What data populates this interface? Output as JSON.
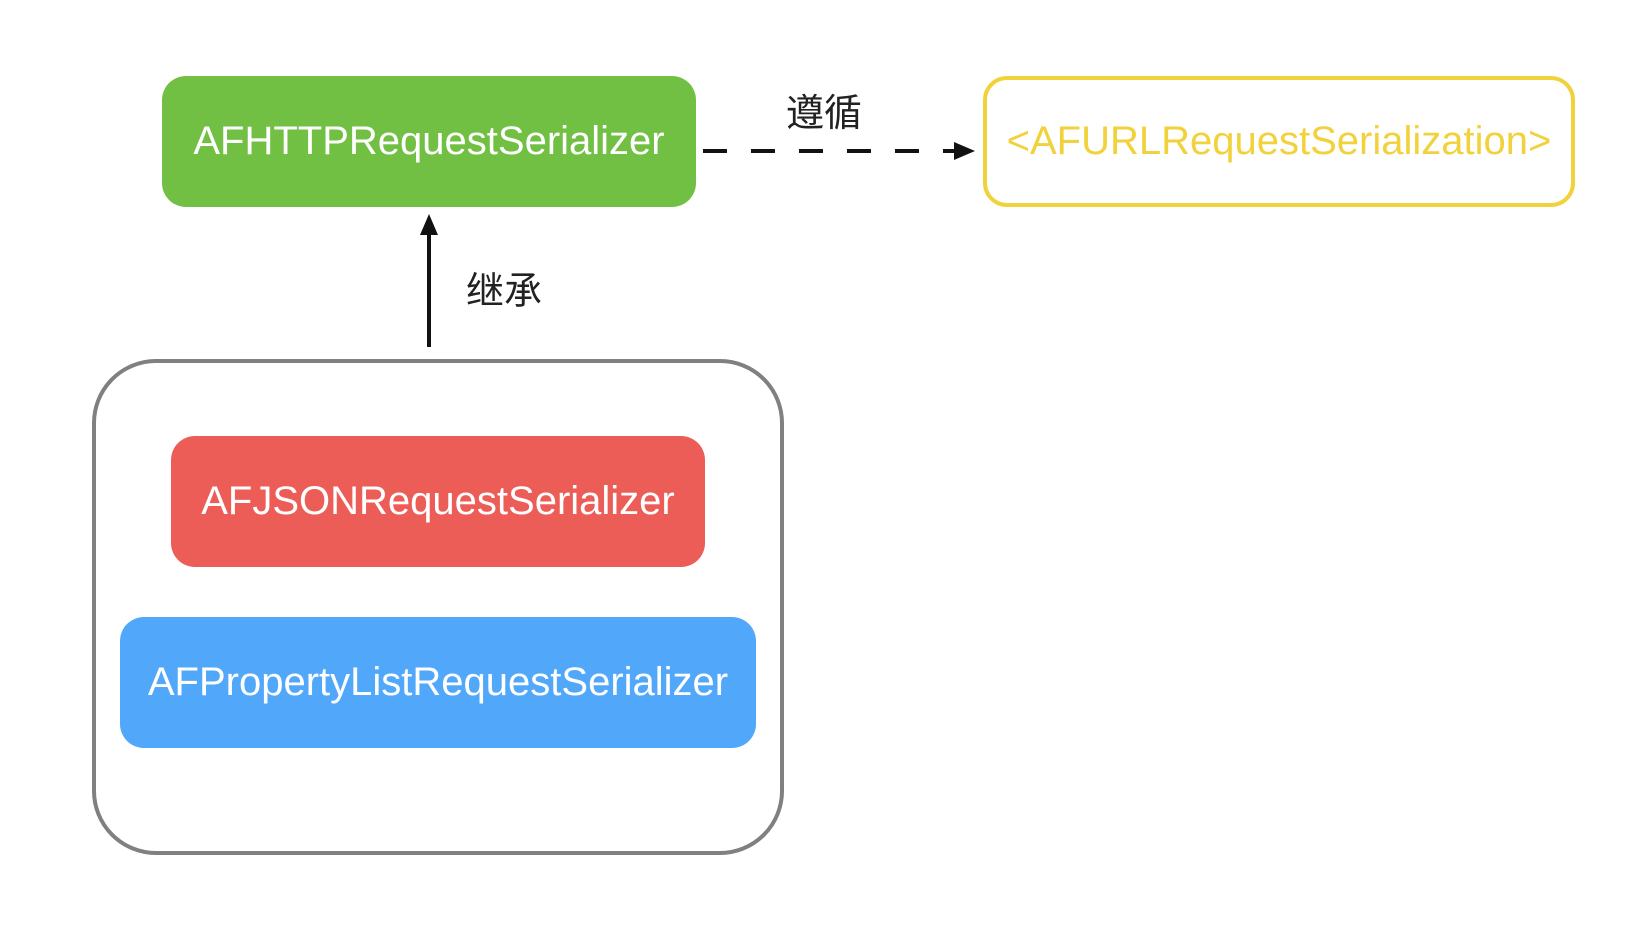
{
  "diagram": {
    "nodes": {
      "http_serializer": "AFHTTPRequestSerializer",
      "url_protocol": "<AFURLRequestSerialization>",
      "json_serializer": "AFJSONRequestSerializer",
      "plist_serializer": "AFPropertyListRequestSerializer"
    },
    "edges": {
      "conforms_label": "遵循",
      "inherits_label": "继承"
    },
    "colors": {
      "http_serializer": "#72c043",
      "url_protocol": "#f2d23c",
      "json_serializer": "#ec5d57",
      "plist_serializer": "#51a7f9",
      "group_border": "#808080",
      "arrow": "#111111"
    }
  }
}
